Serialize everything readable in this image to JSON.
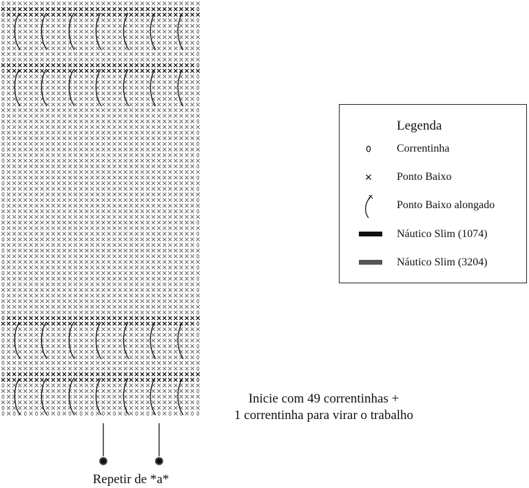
{
  "legend": {
    "title": "Legenda",
    "items": [
      {
        "key": "chain",
        "label": "Correntinha",
        "icon": "chain-stitch-icon"
      },
      {
        "key": "sc",
        "label": "Ponto Baixo",
        "icon": "single-crochet-icon"
      },
      {
        "key": "long",
        "label": "Ponto Baixo alongado",
        "icon": "long-single-crochet-icon"
      },
      {
        "key": "navy",
        "label": "Náutico Slim (1074)",
        "icon": "yarn-swatch-dark",
        "color": "#111111"
      },
      {
        "key": "grey",
        "label": "Náutico Slim (3204)",
        "icon": "yarn-swatch-grey",
        "color": "#555555"
      }
    ]
  },
  "instructions": {
    "line1": "Inicie com 49 correntinhas +",
    "line2": "1 correntinha para virar o trabalho"
  },
  "repeat_label": "Repetir de *a*",
  "colors": {
    "dark": "#111111",
    "grey": "#555555"
  }
}
